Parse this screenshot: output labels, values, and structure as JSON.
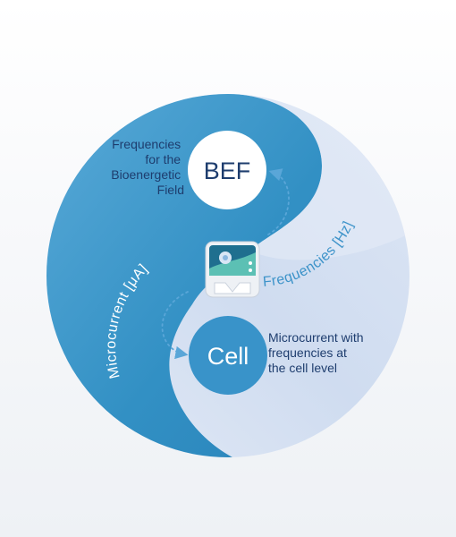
{
  "bef_node": {
    "label": "BEF",
    "description": [
      "Frequencies",
      "for the",
      "Bioenergetic",
      "Field"
    ]
  },
  "cell_node": {
    "label": "Cell",
    "description": [
      "Microcurrent with",
      "frequencies at",
      "the cell level"
    ]
  },
  "arc_labels": {
    "frequencies": "Frequencies [Hz]",
    "microcurrent": "Microcurrent [μA]"
  },
  "colors": {
    "deep_blue": "#2f8fc4",
    "mid_blue": "#58a8d3",
    "light_lavender": "#d3def2",
    "pale": "#eaf0f9",
    "node_fill": "#ffffff",
    "node_text": "#1e3d6e",
    "cell_fill": "#3993c9",
    "description_text": "#1e3d6e",
    "arc_text_light": "#ffffff",
    "arc_text_blue": "#3d93c9"
  },
  "icons": {
    "device": "device-icon"
  }
}
